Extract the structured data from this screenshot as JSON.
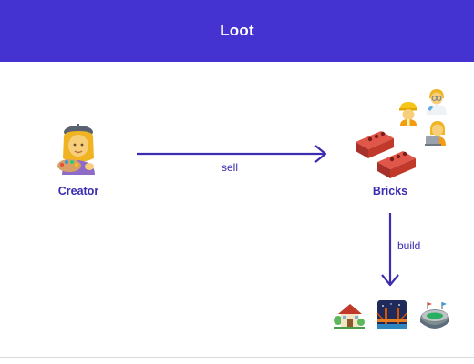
{
  "header": {
    "title": "Loot",
    "background": "#4433d0"
  },
  "nodes": {
    "creator": {
      "label": "Creator",
      "icon": "artist-icon"
    },
    "bricks": {
      "label": "Bricks",
      "icon": "bricks-icon"
    }
  },
  "workers": [
    "construction-worker-icon",
    "scientist-icon",
    "technologist-icon"
  ],
  "edges": {
    "sell": {
      "label": "sell"
    },
    "build": {
      "label": "build"
    }
  },
  "buildings": [
    "house-icon",
    "bridge-icon",
    "stadium-icon"
  ],
  "colors": {
    "accent": "#4433d0",
    "text": "#3b2db0",
    "arrow": "#3b2db0",
    "brick": "#c0392b"
  }
}
